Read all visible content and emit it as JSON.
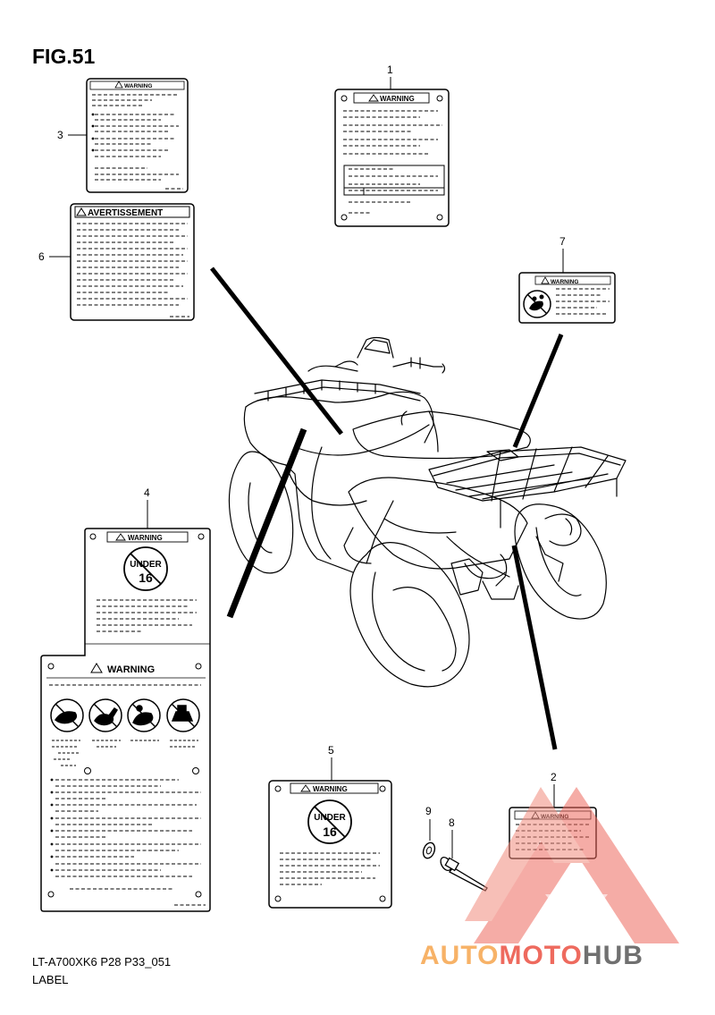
{
  "figure": {
    "title": "FIG.51"
  },
  "footer": {
    "code": "LT-A700XK6 P28 P33_051",
    "name": "LABEL"
  },
  "callouts": {
    "c1": "1",
    "c2": "2",
    "c3": "3",
    "c4": "4",
    "c5": "5",
    "c6": "6",
    "c7": "7",
    "c8": "8",
    "c9": "9"
  },
  "labels": {
    "warning": "WARNING",
    "avertissement": "AVERTISSEMENT",
    "under": "UNDER",
    "age": "16"
  },
  "watermark": {
    "part1": "AUTO",
    "part2": "MOTO",
    "part3": "HUB",
    "color_orange": "#f7b267",
    "color_red": "#ee6a5e",
    "color_gray": "#707070"
  }
}
